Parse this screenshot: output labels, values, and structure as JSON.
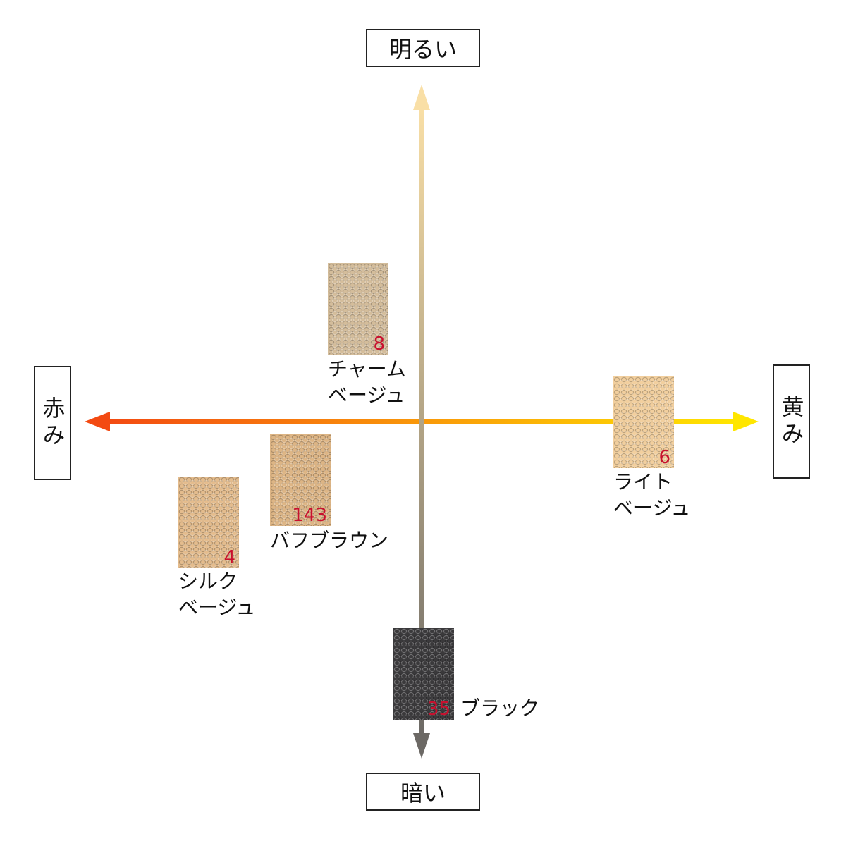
{
  "axes": {
    "top": "明るい",
    "bottom": "暗い",
    "left": "赤み",
    "right": "黄み"
  },
  "colors": {
    "red_end": "#f34a12",
    "yellow_end": "#ffe600",
    "bright_end": "#f9dfa6",
    "dark_end": "#6c6965",
    "code_text": "#c8102e"
  },
  "items": [
    {
      "id": "charm-beige",
      "code": "8",
      "name_lines": [
        "チャーム",
        "ベージュ"
      ],
      "color": "#d4bd9b"
    },
    {
      "id": "light-beige",
      "code": "6",
      "name_lines": [
        "ライト",
        "ベージュ"
      ],
      "color": "#f2cf9e"
    },
    {
      "id": "buff-brown",
      "code": "143",
      "name_lines": [
        "バフブラウン"
      ],
      "color": "#ddb585"
    },
    {
      "id": "silk-beige",
      "code": "4",
      "name_lines": [
        "シルク",
        "ベージュ"
      ],
      "color": "#e4bc8d"
    },
    {
      "id": "black",
      "code": "35",
      "name_lines": [
        "ブラック"
      ],
      "color": "#3a393b"
    }
  ]
}
